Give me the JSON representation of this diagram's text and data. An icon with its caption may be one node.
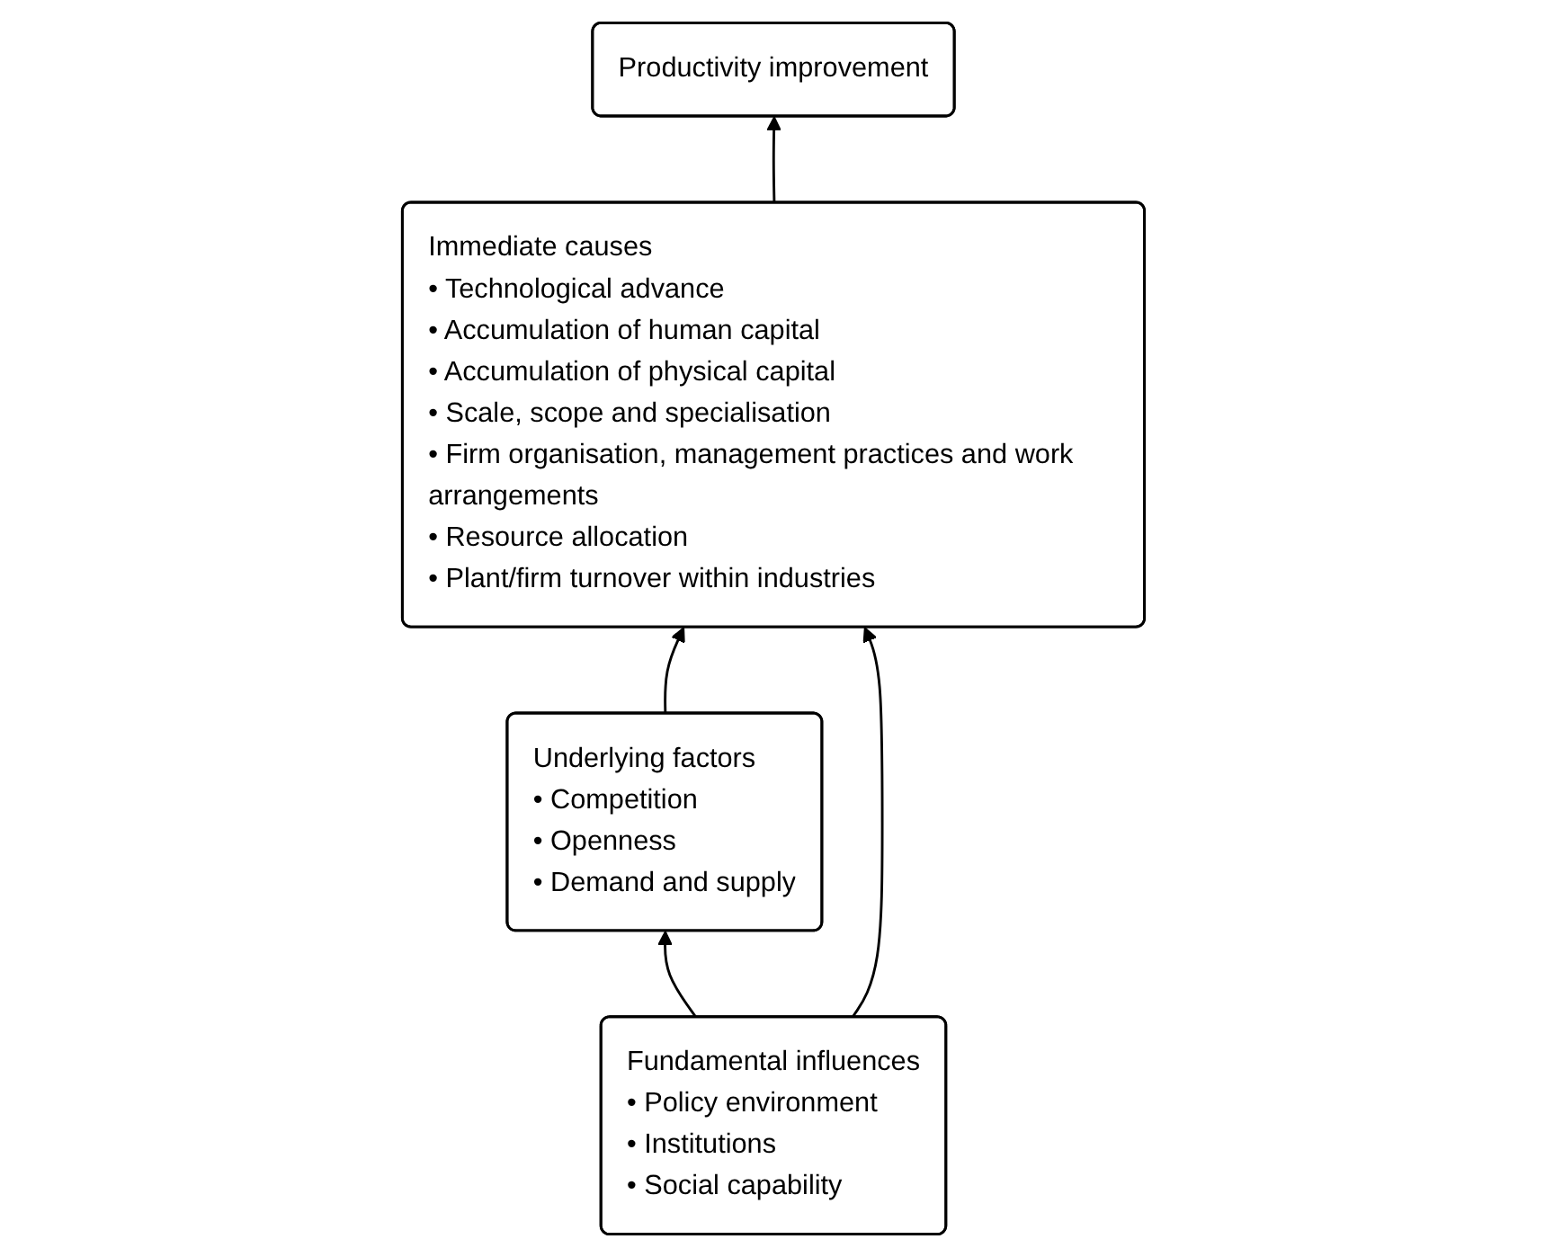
{
  "diagram": {
    "nodes": [
      {
        "text": [
          "Productivity improvement"
        ]
      },
      {
        "text": [
          "Immediate causes",
          "• Technological advance",
          "• Accumulation of human capital",
          "• Accumulation of physical capital",
          "• Scale, scope and specialisation",
          "• Firm organisation, management practices and work arrangements",
          "• Resource allocation",
          "• Plant/firm turnover within industries"
        ]
      },
      {
        "text": [
          "Underlying factors",
          "• Competition",
          "• Openness",
          "• Demand and supply"
        ]
      },
      {
        "text": [
          "Fundamental influences",
          "• Policy environment",
          "• Institutions",
          "• Social capability"
        ]
      }
    ],
    "edges": [
      {
        "from": 1,
        "to": 0,
        "arrow": "to"
      },
      {
        "from": 2,
        "to": 1,
        "arrow": "to"
      },
      {
        "from": 3,
        "to": 1,
        "arrow": "to"
      },
      {
        "from": 3,
        "to": 2,
        "arrow": "to"
      }
    ]
  }
}
